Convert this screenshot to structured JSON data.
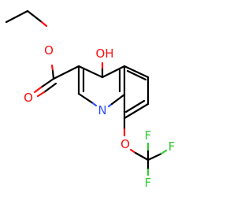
{
  "molecule": {
    "atoms": {
      "O_ester": "O",
      "O_carbonyl": "O",
      "OH": "OH",
      "N": "N",
      "O_ether": "O",
      "F_top": "F",
      "F_right": "F",
      "F_bottom": "F"
    },
    "colors": {
      "carbon": "#000000",
      "oxygen": "#ff0d0d",
      "nitrogen": "#3050f8",
      "fluorine": "#33cc33",
      "background": "#ffffff"
    }
  }
}
